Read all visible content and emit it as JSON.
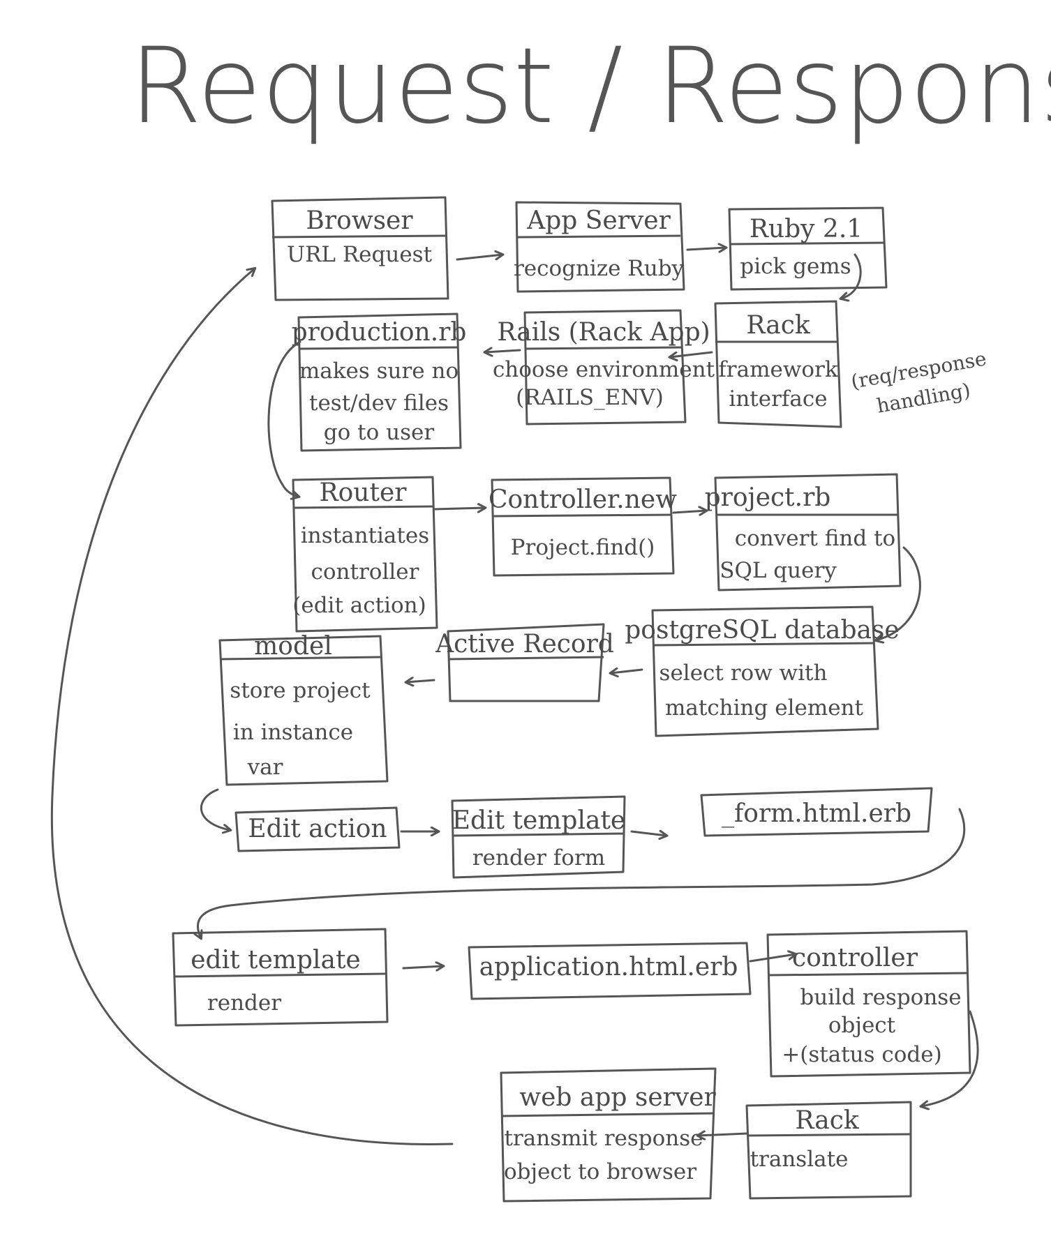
{
  "title": "Request / Response",
  "nodes": {
    "browser": {
      "title": "Browser",
      "lines": [
        "URL Request"
      ]
    },
    "app_server": {
      "title": "App Server",
      "lines": [
        "recognize Ruby"
      ]
    },
    "ruby": {
      "title": "Ruby 2.1",
      "lines": [
        "pick gems"
      ]
    },
    "rack1": {
      "title": "Rack",
      "lines": [
        "framework",
        "interface"
      ]
    },
    "rails": {
      "title": "Rails (Rack App)",
      "lines": [
        "choose environment",
        "(RAILS_ENV)"
      ]
    },
    "production": {
      "title": "production.rb",
      "lines": [
        "makes sure no",
        "test/dev files",
        "go to user"
      ]
    },
    "router": {
      "title": "Router",
      "lines": [
        "instantiates",
        "controller",
        "(edit action)"
      ]
    },
    "controller_new": {
      "title": "Controller.new",
      "lines": [
        "Project.find()"
      ]
    },
    "project_rb": {
      "title": "project.rb",
      "lines": [
        "convert find to",
        "SQL query"
      ]
    },
    "postgres": {
      "title": "postgreSQL database",
      "lines": [
        "select row with",
        "matching element"
      ]
    },
    "active_record": {
      "title": "Active Record",
      "lines": []
    },
    "model": {
      "title": "model",
      "lines": [
        "store project",
        "in instance",
        "var"
      ]
    },
    "edit_action": {
      "title": "Edit action",
      "lines": []
    },
    "edit_template1": {
      "title": "Edit template",
      "lines": [
        "render form"
      ]
    },
    "form": {
      "title": "_form.html.erb",
      "lines": []
    },
    "edit_template2": {
      "title": "edit template",
      "lines": [
        "render"
      ]
    },
    "application": {
      "title": "application.html.erb",
      "lines": []
    },
    "controller2": {
      "title": "controller",
      "lines": [
        "build response",
        "object",
        "+(status code)"
      ]
    },
    "web_app_server": {
      "title": "web app server",
      "lines": [
        "transmit response",
        "object to browser"
      ]
    },
    "rack2": {
      "title": "Rack",
      "lines": [
        "translate"
      ]
    }
  },
  "annotations": {
    "rack_note": [
      "(req/response",
      "handling)"
    ]
  }
}
